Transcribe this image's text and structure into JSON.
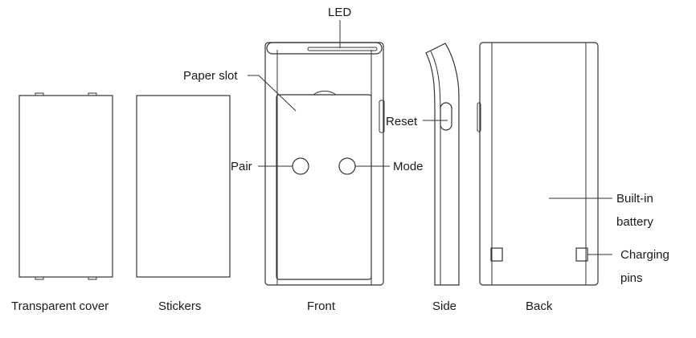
{
  "labels": {
    "led": "LED",
    "paper_slot": "Paper slot",
    "reset": "Reset",
    "pair": "Pair",
    "mode": "Mode",
    "built_in_line1": "Built-in",
    "built_in_line2": "battery",
    "charging_line1": "Charging",
    "charging_line2": "pins"
  },
  "captions": {
    "transparent_cover": "Transparent cover",
    "stickers": "Stickers",
    "front": "Front",
    "side": "Side",
    "back": "Back"
  },
  "colors": {
    "line": "#333333",
    "text": "#1a1a1a",
    "background": "#ffffff"
  }
}
